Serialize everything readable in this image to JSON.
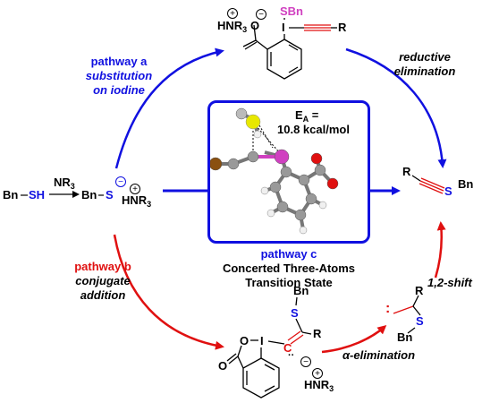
{
  "top_product": {
    "ammonium": "HNR",
    "ammonium_sub": "3",
    "plus": "+",
    "minus": "−",
    "carboxylate_o": "O",
    "sbn": "SBn",
    "iodine": "I",
    "r": "R"
  },
  "pathway_a": {
    "title": "pathway a",
    "line1": "substitution",
    "line2": "on iodine"
  },
  "reductive": {
    "line1": "reductive",
    "line2": "elimination"
  },
  "start": {
    "bn": "Bn",
    "sh": "SH",
    "reagent": "NR",
    "reagent_sub": "3",
    "bn2": "Bn",
    "s": "S",
    "minus": "−",
    "plus": "+",
    "ammonium": "HNR",
    "ammonium_sub": "3"
  },
  "ts_box": {
    "ea_label": "E",
    "ea_sub": "A",
    "ea_eq": " =",
    "ea_value": "10.8 kcal/mol"
  },
  "pathway_c": {
    "title": "pathway c",
    "line1": "Concerted Three-Atoms",
    "line2": "Transition State"
  },
  "final_product": {
    "r": "R",
    "s": "S",
    "bn": "Bn"
  },
  "pathway_b": {
    "title": "pathway b",
    "line1": "conjugate",
    "line2": "addition"
  },
  "bottom_intermediate": {
    "o_ring": "O",
    "o_carbonyl": "O",
    "iodine": "I",
    "carbon": "C",
    "s": "S",
    "bn": "Bn",
    "r": "R",
    "minus": "−",
    "plus": "+",
    "ammonium": "HNR",
    "ammonium_sub": "3"
  },
  "alpha_elim": {
    "label": "α-elimination"
  },
  "carbene": {
    "r": "R",
    "s": "S",
    "bn": "Bn",
    "dots": ":"
  },
  "shift": {
    "label": "1,2-shift"
  },
  "colors": {
    "blue": "#1010e0",
    "red": "#e01010",
    "sulfur_atom": "#e8e800",
    "iodine_atom": "#d040c0",
    "bromine_atom": "#8a5010",
    "oxygen_atom": "#e01010"
  }
}
